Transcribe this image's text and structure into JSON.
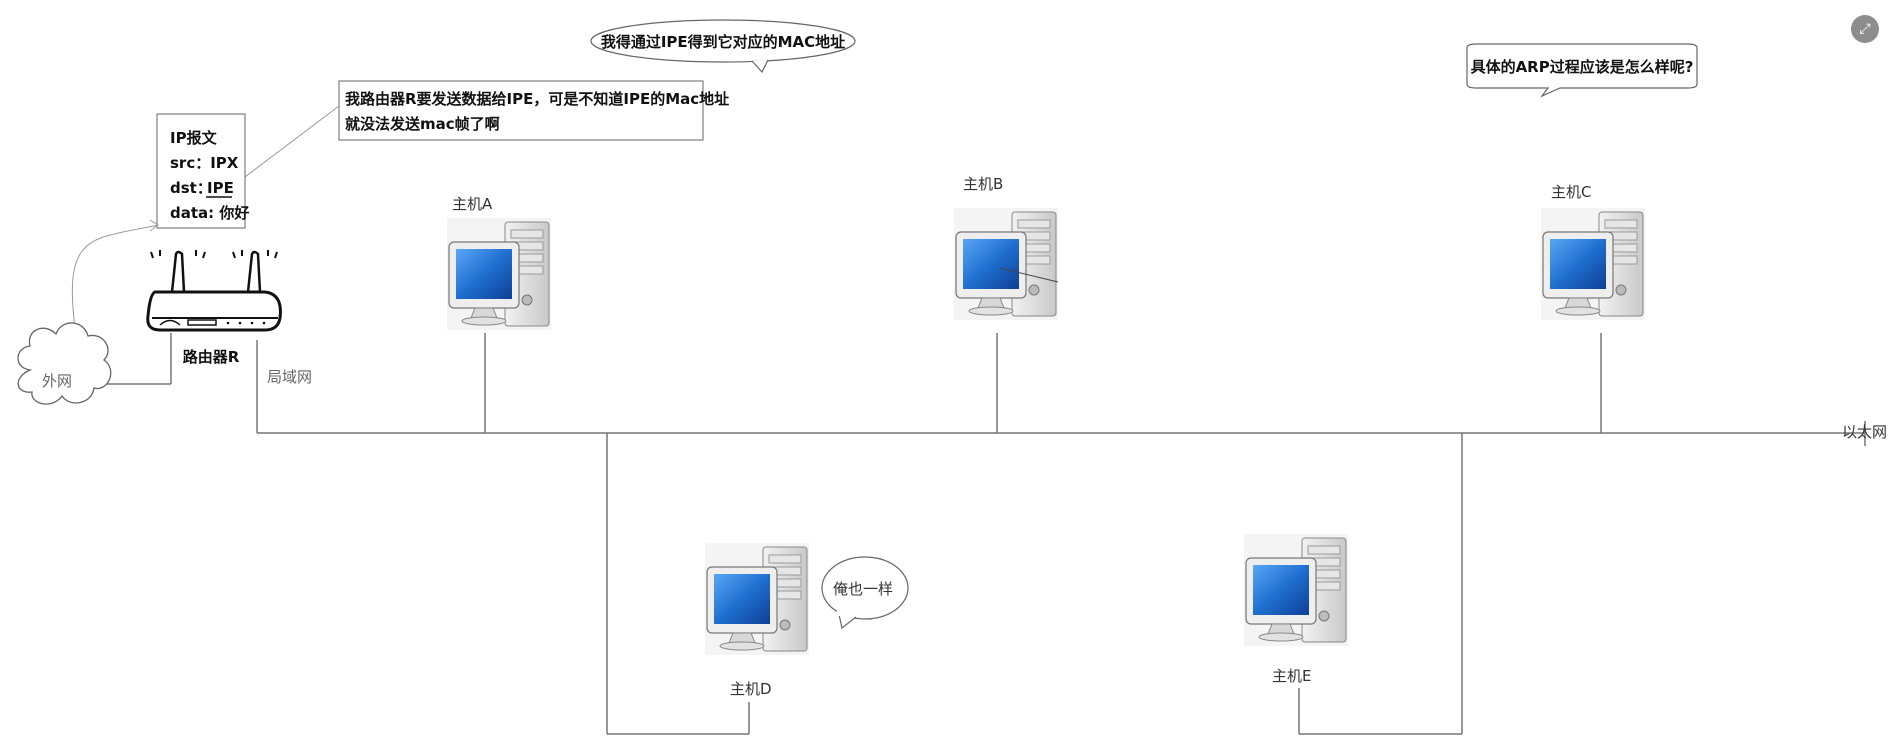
{
  "bubbles": {
    "top_center": "我得通过IPE得到它对应的MAC地址",
    "top_right": "具体的ARP过程应该是怎么样呢?",
    "host_d": "俺也一样"
  },
  "router_note": {
    "line1": "我路由器R要发送数据给IPE，可是不知道IPE的Mac地址",
    "line2": "就没法发送mac帧了啊"
  },
  "ip_packet": {
    "title": "IP报文",
    "src": "src：IPX",
    "dst_label": "dst：",
    "dst_value": "IPE",
    "data": "data: 你好"
  },
  "cloud_label": "外网",
  "router_label": "路由器R",
  "lan_label": "局域网",
  "ethernet_label": "以太网",
  "hosts": {
    "a": "主机A",
    "b": "主机B",
    "c": "主机C",
    "d": "主机D",
    "e": "主机E"
  },
  "icons": {
    "expand": "expand-icon",
    "computer": "computer-icon",
    "router": "router-icon",
    "cloud": "cloud-icon"
  },
  "colors": {
    "screen": "#1f6fd0",
    "line": "#777777"
  }
}
